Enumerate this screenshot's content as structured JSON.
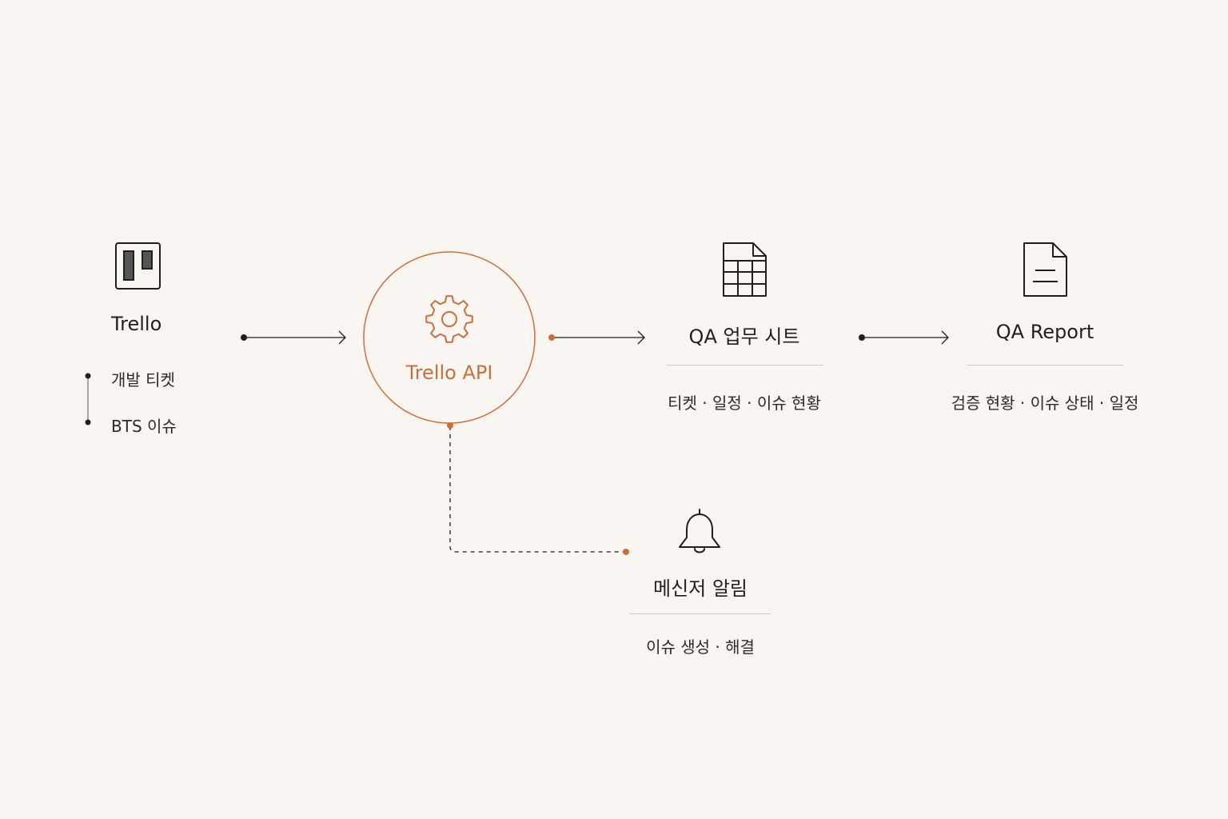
{
  "colors": {
    "background": "#f9f6f1",
    "ink": "#1f1f1f",
    "accent": "#c96f3b",
    "rule": "#cfcac3"
  },
  "trello": {
    "icon": "trello-board-icon",
    "title": "Trello",
    "items": [
      "개발 티켓",
      "BTS 이슈"
    ]
  },
  "api": {
    "icon": "gear-icon",
    "title": "Trello API"
  },
  "sheet": {
    "icon": "spreadsheet-file-icon",
    "title": "QA 업무 시트",
    "detail": "티켓 · 일정 · 이슈 현황"
  },
  "report": {
    "icon": "document-file-icon",
    "title": "QA Report",
    "detail": "검증 현황 · 이슈 상태 · 일정"
  },
  "alert": {
    "icon": "bell-icon",
    "title": "메신저 알림",
    "detail": "이슈 생성 · 해결"
  }
}
